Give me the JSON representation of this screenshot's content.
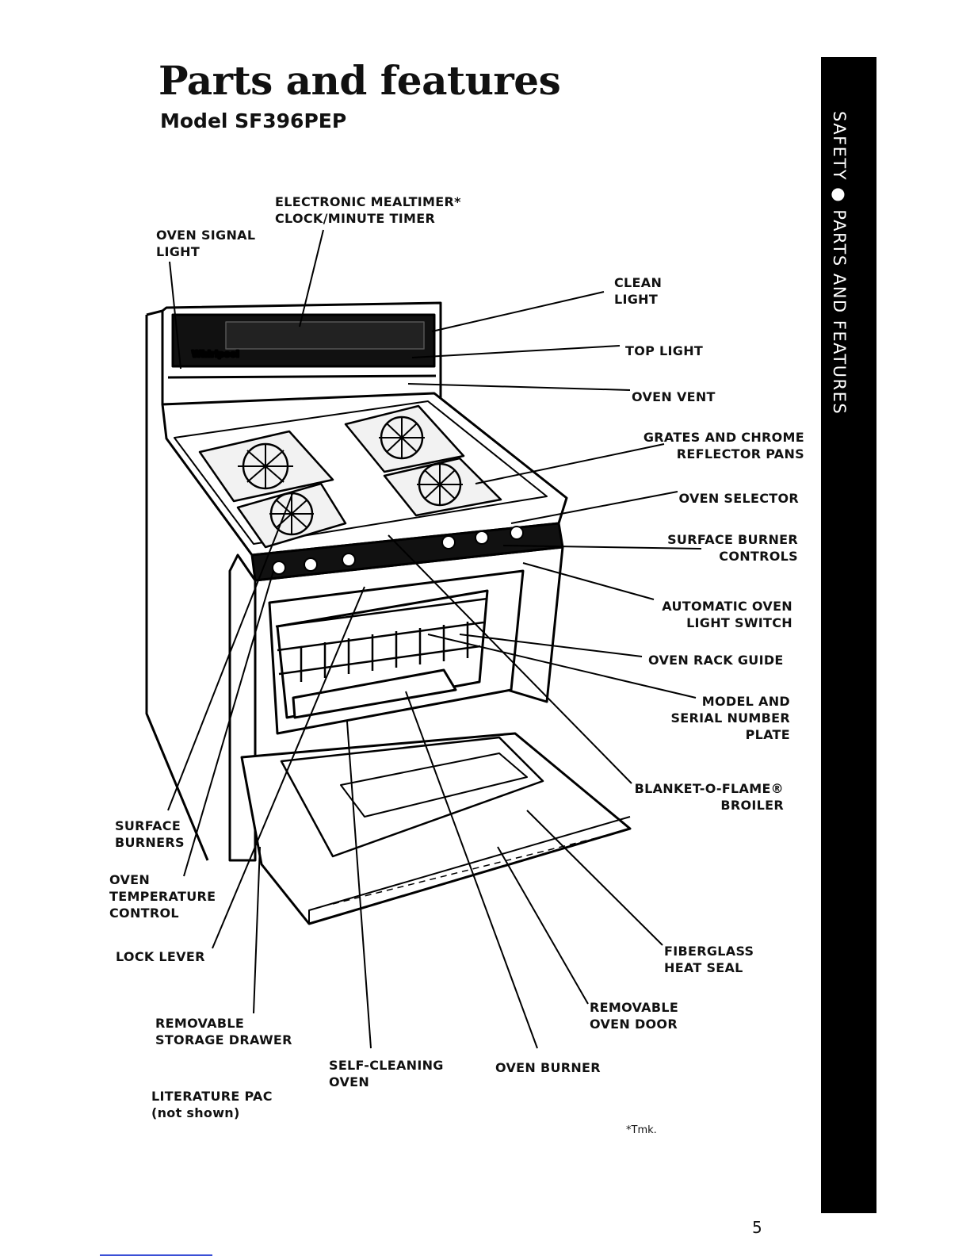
{
  "page": {
    "title": "Parts and features",
    "subtitle": "Model SF396PEP",
    "footnote": "*Tmk.",
    "page_number": "5"
  },
  "sidebar": {
    "text": "SAFETY ● PARTS AND FEATURES"
  },
  "labels": {
    "mealtimer": "ELECTRONIC MEALTIMER*\nCLOCK/MINUTE TIMER",
    "oven_signal_light": "OVEN SIGNAL\nLIGHT",
    "clean_light": "CLEAN\nLIGHT",
    "top_light": "TOP LIGHT",
    "oven_vent": "OVEN VENT",
    "grates": "GRATES AND CHROME\nREFLECTOR PANS",
    "oven_selector": "OVEN SELECTOR",
    "surface_burner_controls": "SURFACE BURNER\nCONTROLS",
    "auto_oven_light": "AUTOMATIC OVEN\nLIGHT SWITCH",
    "oven_rack_guide": "OVEN RACK GUIDE",
    "model_plate": "MODEL AND\nSERIAL NUMBER\nPLATE",
    "broiler": "BLANKET-O-FLAME®\nBROILER",
    "surface_burners": "SURFACE\nBURNERS",
    "oven_temp_control": "OVEN\nTEMPERATURE\nCONTROL",
    "lock_lever": "LOCK LEVER",
    "fiberglass_seal": "FIBERGLASS\nHEAT SEAL",
    "removable_door": "REMOVABLE\nOVEN DOOR",
    "storage_drawer": "REMOVABLE\nSTORAGE DRAWER",
    "self_cleaning_oven": "SELF-CLEANING\nOVEN",
    "oven_burner": "OVEN BURNER",
    "literature_pac": "LITERATURE PAC\n(not shown)"
  }
}
